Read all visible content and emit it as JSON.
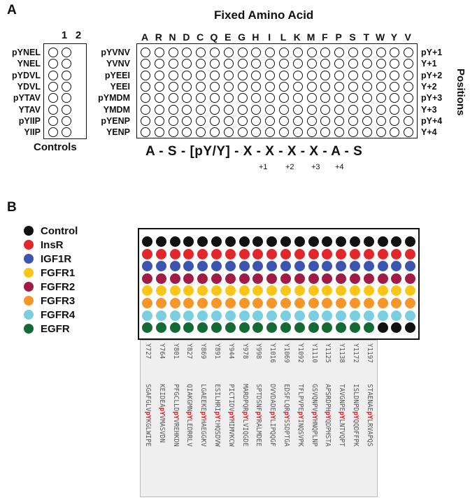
{
  "panel_a": {
    "letter": "A",
    "title": "Fixed Amino Acid",
    "control_columns": [
      "1",
      "2"
    ],
    "control_labels": [
      "pYNEL",
      "YNEL",
      "pYDVL",
      "YDVL",
      "pYTAV",
      "YTAV",
      "pYIIP",
      "YIIP"
    ],
    "controls_caption": "Controls",
    "amino_acids": [
      "A",
      "R",
      "N",
      "D",
      "C",
      "Q",
      "E",
      "G",
      "H",
      "I",
      "L",
      "K",
      "M",
      "F",
      "P",
      "S",
      "T",
      "W",
      "Y",
      "V"
    ],
    "left_row_labels": [
      "pYVNV",
      "YVNV",
      "pYEEI",
      "YEEI",
      "pYMDM",
      "YMDM",
      "pYENP",
      "YENP"
    ],
    "right_row_labels": [
      "pY+1",
      "Y+1",
      "pY+2",
      "Y+2",
      "pY+3",
      "Y+3",
      "pY+4",
      "Y+4"
    ],
    "positions_label": "Positions",
    "sequence": "A - S - [pY/Y] - X - X - X - X - A - S",
    "sequence_positions": [
      "+1",
      "+2",
      "+3",
      "+4"
    ]
  },
  "panel_b": {
    "letter": "B",
    "legend": [
      {
        "label": "Control",
        "color": "#111111"
      },
      {
        "label": "InsR",
        "color": "#e3262b"
      },
      {
        "label": "IGF1R",
        "color": "#3c55b0"
      },
      {
        "label": "FGFR1",
        "color": "#fcc619"
      },
      {
        "label": "FGFR2",
        "color": "#a21b47"
      },
      {
        "label": "FGFR3",
        "color": "#f6962a"
      },
      {
        "label": "FGFR4",
        "color": "#79cfe0"
      },
      {
        "label": "EGFR",
        "color": "#136a35"
      }
    ],
    "array_rows": [
      {
        "color": "#111111",
        "count": 20
      },
      {
        "color": "#e3262b",
        "count": 20
      },
      {
        "color": "#3c55b0",
        "count": 20
      },
      {
        "color": "#a21b47",
        "count": 20
      },
      {
        "color": "#fcc619",
        "count": 20
      },
      {
        "color": "#f6962a",
        "count": 20
      },
      {
        "color": "#79cfe0",
        "count": 20
      },
      {
        "color": "#136a35",
        "count": 17,
        "rest_color": "#111111"
      }
    ],
    "peptides": [
      {
        "id": "Y727",
        "pre": "SGAFGLV",
        "pY": "pY",
        "post": "KGLWIPE"
      },
      {
        "id": "Y764",
        "pre": "KEIDEA",
        "pY": "pY",
        "post": "VMASVDN"
      },
      {
        "id": "Y801",
        "pre": "PFGCLLD",
        "pY": "pY",
        "post": "VREHKDN"
      },
      {
        "id": "Y827",
        "pre": "QIAKGMN",
        "pY": "pY",
        "post": "LEDRRLV"
      },
      {
        "id": "Y869",
        "pre": "LGAEEKE",
        "pY": "pY",
        "post": "HAEGGKV"
      },
      {
        "id": "Y891",
        "pre": "ESILHRI",
        "pY": "pY",
        "post": "tHQSDVW"
      },
      {
        "id": "Y944",
        "pre": "PICTIDV",
        "pY": "pY",
        "post": "MIMVKCW"
      },
      {
        "id": "Y978",
        "pre": "MARDPQR",
        "pY": "pY",
        "post": "LVIQGDE"
      },
      {
        "id": "Y998",
        "pre": "SPTDSNF",
        "pY": "pY",
        "post": "RALMDEE"
      },
      {
        "id": "Y1016",
        "pre": "DVVDADE",
        "pY": "pY",
        "post": "LIPQQGF"
      },
      {
        "id": "Y1069",
        "pre": "EDSFLQR",
        "pY": "pY",
        "post": "SSDPTGA"
      },
      {
        "id": "Y1092",
        "pre": "TFLPVPE",
        "pY": "pY",
        "post": "INQSVPK"
      },
      {
        "id": "Y1110",
        "pre": "GSVQNPV",
        "pY": "pY",
        "post": "HNQPLNP"
      },
      {
        "id": "Y1125",
        "pre": "APSRDPH",
        "pY": "pY",
        "post": "QDPHSTA"
      },
      {
        "id": "Y1138",
        "pre": "TAVGNPE",
        "pY": "pY",
        "post": "LNTVQPT"
      },
      {
        "id": "Y1172",
        "pre": "ISLDNPD",
        "pY": "pY",
        "post": "QQDFFPK"
      },
      {
        "id": "Y1197",
        "pre": "STAENAE",
        "pY": "pY",
        "post": "LRVAPQS"
      }
    ]
  }
}
